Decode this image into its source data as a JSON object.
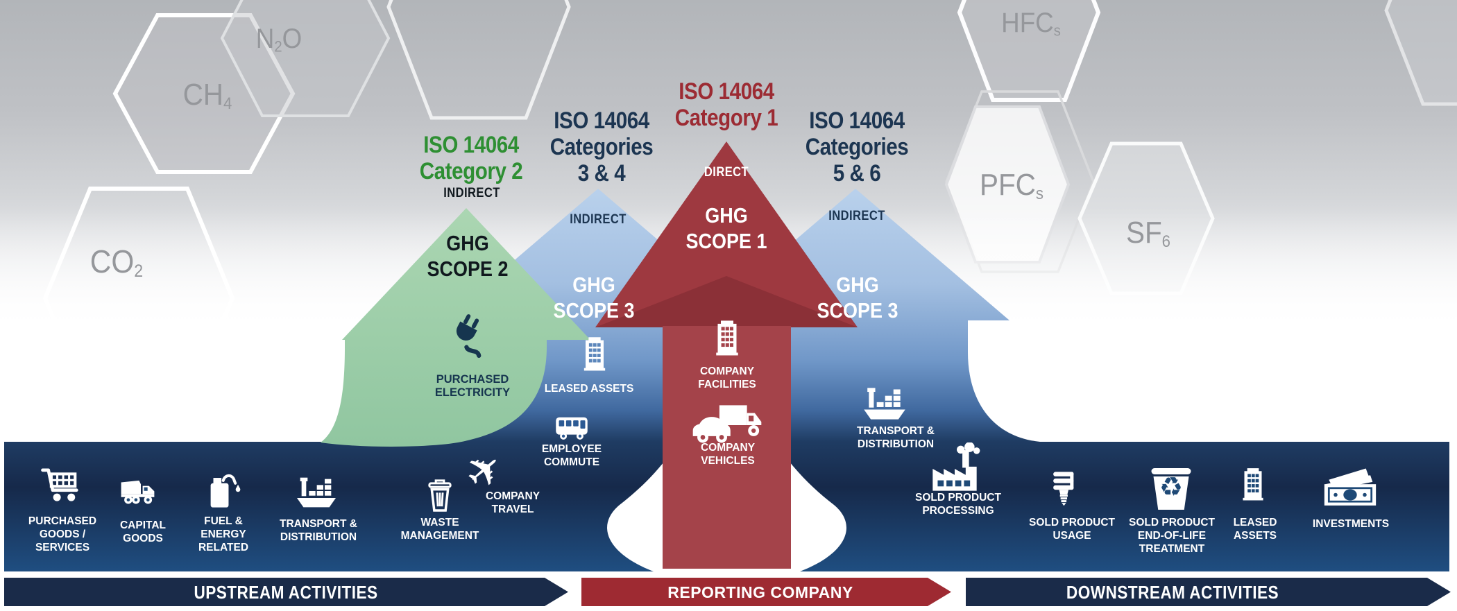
{
  "gases": {
    "co2": {
      "base": "CO",
      "sub": "2",
      "tail": ""
    },
    "ch4": {
      "base": "CH",
      "sub": "4",
      "tail": ""
    },
    "n2o": {
      "base": "N",
      "sub": "2",
      "tail": "O"
    },
    "hfcs": {
      "base": "HFC",
      "sub": "s",
      "tail": ""
    },
    "pfcs": {
      "base": "PFC",
      "sub": "s",
      "tail": ""
    },
    "sf6": {
      "base": "SF",
      "sub": "6",
      "tail": ""
    }
  },
  "scope2": {
    "iso_title": "ISO 14064\nCategory 2",
    "mode": "INDIRECT",
    "scope_label": "GHG\nSCOPE 2",
    "item_purchased_electricity": "PURCHASED\nELECTRICITY"
  },
  "scope3_left": {
    "iso_title": "ISO 14064\nCategories\n3 & 4",
    "mode": "INDIRECT",
    "scope_label": "GHG\nSCOPE 3",
    "item_leased_assets": "LEASED ASSETS",
    "item_employee_commute": "EMPLOYEE\nCOMMUTE"
  },
  "scope1": {
    "iso_title": "ISO 14064\nCategory 1",
    "mode": "DIRECT",
    "scope_label": "GHG\nSCOPE 1",
    "item_company_facilities": "COMPANY\nFACILITIES",
    "item_company_vehicles": "COMPANY\nVEHICLES"
  },
  "scope3_right": {
    "iso_title": "ISO 14064\nCategories\n5 & 6",
    "mode": "INDIRECT",
    "scope_label": "GHG\nSCOPE 3",
    "item_transport_distribution": "TRANSPORT &\nDISTRIBUTION",
    "item_sold_product_processing": "SOLD PRODUCT\nPROCESSING"
  },
  "upstream_band": [
    {
      "icon": "shopping-cart-icon",
      "label": "PURCHASED\nGOODS /\nSERVICES"
    },
    {
      "icon": "dump-truck-icon",
      "label": "CAPITAL\nGOODS"
    },
    {
      "icon": "fuel-can-icon",
      "label": "FUEL &\nENERGY\nRELATED"
    },
    {
      "icon": "cargo-ship-icon",
      "label": "TRANSPORT &\nDISTRIBUTION"
    },
    {
      "icon": "trash-can-icon",
      "label": "WASTE\nMANAGEMENT"
    },
    {
      "icon": "airplane-icon",
      "label": "COMPANY\nTRAVEL"
    }
  ],
  "downstream_band": [
    {
      "icon": "cfl-bulb-icon",
      "label": "SOLD PRODUCT\nUSAGE"
    },
    {
      "icon": "recycle-bin-icon",
      "label": "SOLD PRODUCT\nEND-OF-LIFE\nTREATMENT"
    },
    {
      "icon": "building-icon",
      "label": "LEASED\nASSETS"
    },
    {
      "icon": "banknotes-icon",
      "label": "INVESTMENTS"
    }
  ],
  "ribbons": {
    "upstream": "UPSTREAM ACTIVITIES",
    "reporting": "REPORTING COMPANY",
    "downstream": "DOWNSTREAM ACTIVITIES"
  },
  "glyphs": {
    "airplane": "✈",
    "recycle": "♻"
  },
  "colors": {
    "accent_green": "#2e8f33",
    "navy_text": "#1c3551",
    "red_text": "#9c2b33",
    "arrow_green": "#a6d2ae",
    "arrow_blue_light": "#b9d1ec",
    "arrow_blue_dark": "#1f4e81",
    "arrow_red": "#9e3940",
    "red_column": "#a4434a",
    "band_navy": "#1e4976",
    "ribbon_navy": "#1a2b49",
    "ribbon_red": "#9e2a32"
  }
}
